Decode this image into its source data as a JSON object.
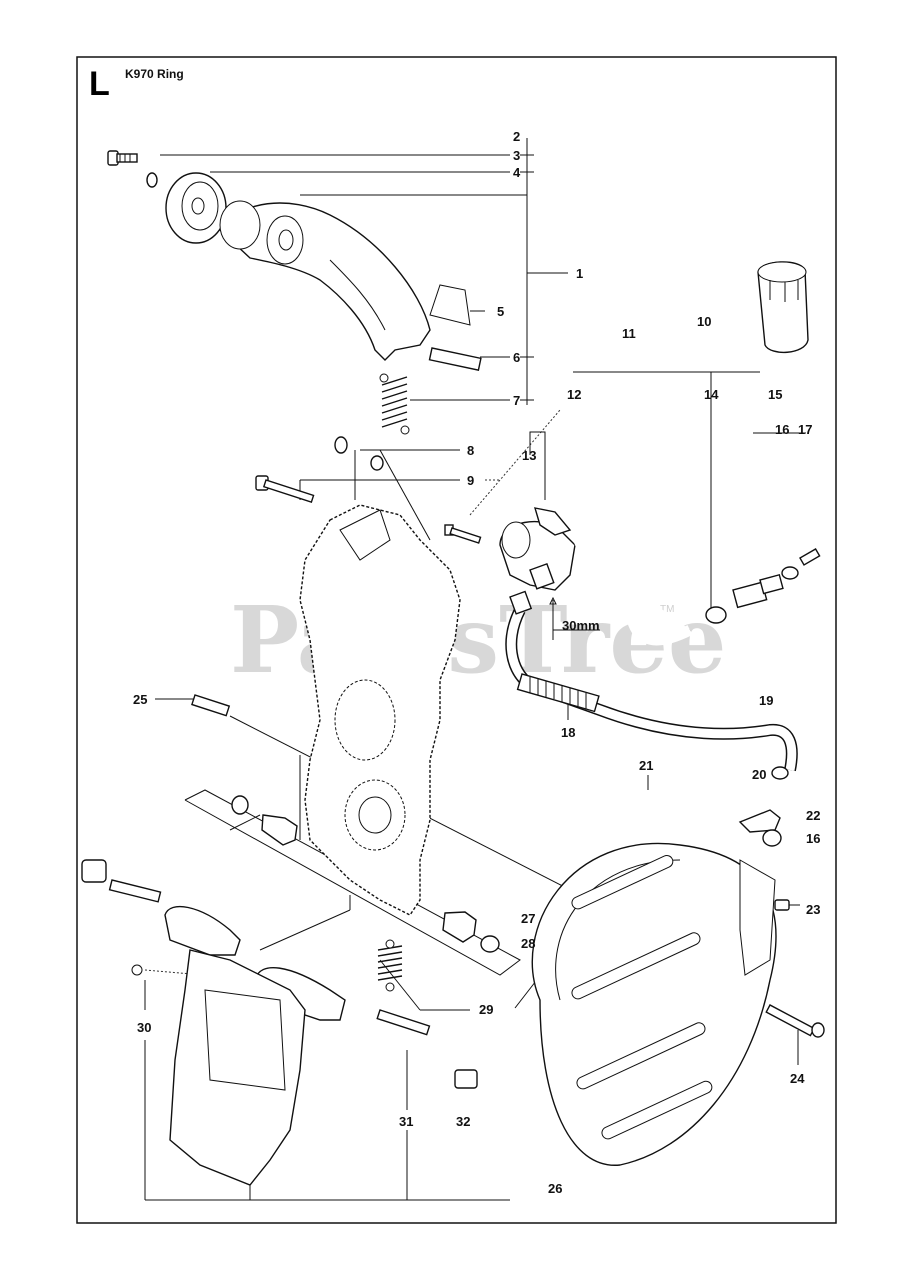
{
  "diagram": {
    "section_letter": "L",
    "model_title": "K970 Ring",
    "watermark": "PartsTree",
    "watermark_tm": "TM",
    "dimension_note": "30mm",
    "labels": {
      "n1": "1",
      "n2": "2",
      "n3": "3",
      "n4": "4",
      "n5": "5",
      "n6": "6",
      "n7": "7",
      "n8": "8",
      "n9": "9",
      "n10": "10",
      "n11": "11",
      "n12": "12",
      "n13": "13",
      "n14": "14",
      "n15": "15",
      "n16a": "16",
      "n17": "17",
      "n18": "18",
      "n19": "19",
      "n20": "20",
      "n21": "21",
      "n22": "22",
      "n16b": "16",
      "n23": "23",
      "n24": "24",
      "n25": "25",
      "n26": "26",
      "n27": "27",
      "n28": "28",
      "n29": "29",
      "n30": "30",
      "n31": "31",
      "n32": "32"
    }
  }
}
